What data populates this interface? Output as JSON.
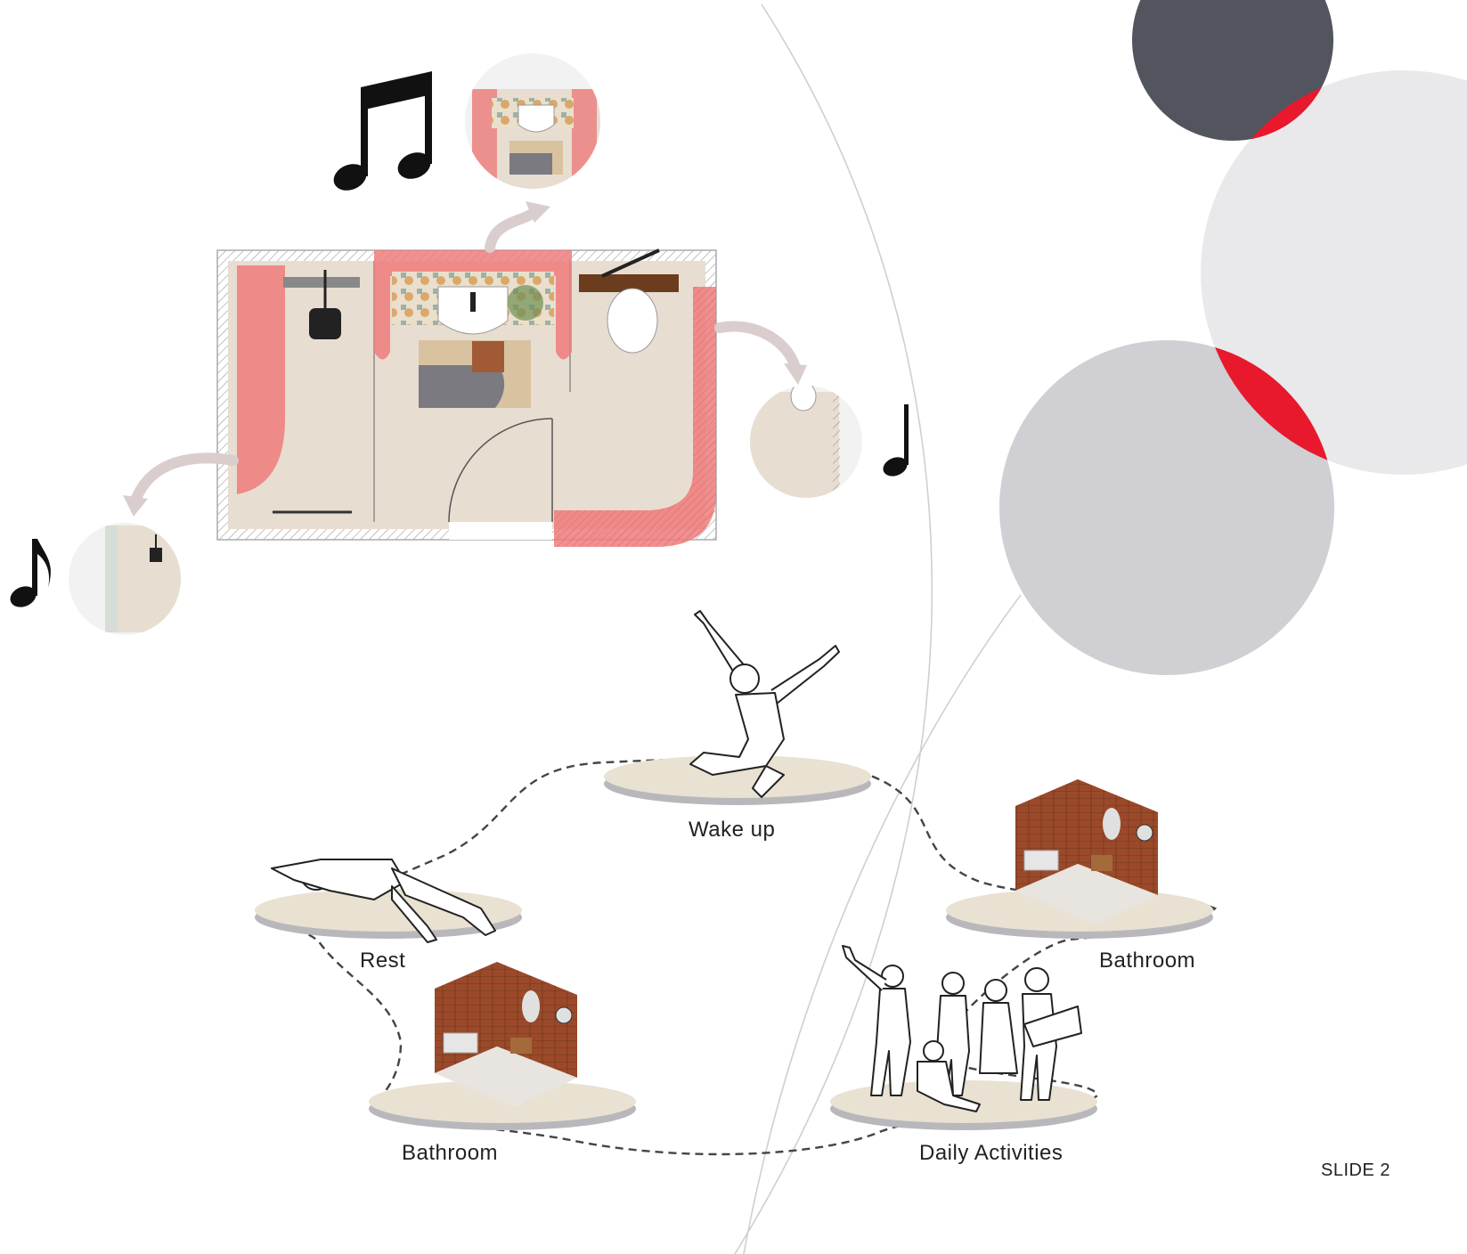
{
  "labels": {
    "wake_up": "Wake up",
    "rest": "Rest",
    "bathroom_right": "Bathroom",
    "bathroom_left": "Bathroom",
    "daily_activities": "Daily Activities"
  },
  "slide_label": "SLIDE 2",
  "icons": [
    "music-beamed-notes-icon",
    "music-eighth-note-icon",
    "music-quarter-note-icon"
  ],
  "colors": {
    "highlight_pink": "#ee7d7d",
    "accent_red": "#e8192c",
    "dark_circle": "#52555e",
    "light_circle": "#e9e9ec",
    "mid_circle": "#cfcfd4",
    "floor_beige": "#e7ddd1",
    "platform_beige": "#e9e1d1",
    "brick": "#9a4a2a"
  }
}
